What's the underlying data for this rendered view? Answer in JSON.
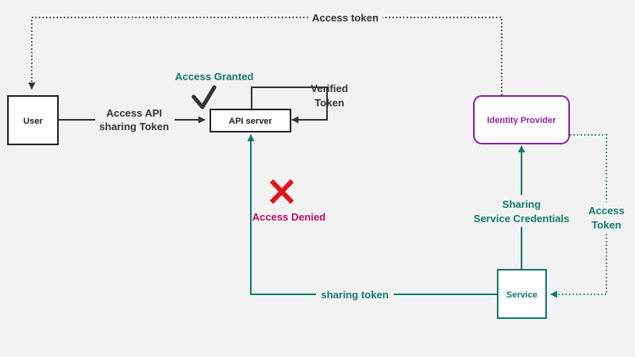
{
  "nodes": {
    "user": "User",
    "api_server": "API server",
    "identity_provider": "Identity Provider",
    "service": "Service"
  },
  "edges": {
    "access_token_top": "Access token",
    "access_api_line1": "Access API",
    "access_api_line2": "sharing Token",
    "verified_line1": "Verified",
    "verified_line2": "Token",
    "sharing_creds_line1": "Sharing",
    "sharing_creds_line2": "Service Credentials",
    "access_token_right_line1": "Access",
    "access_token_right_line2": "Token",
    "sharing_token": "sharing token"
  },
  "annotations": {
    "access_granted": "Access Granted",
    "access_denied": "Access Denied"
  },
  "icons": {
    "granted": "checkmark-icon",
    "denied": "cross-icon"
  },
  "colors": {
    "background": "#f2f2f2",
    "dark": "#333333",
    "green": "#117a65",
    "magenta": "#b0105f",
    "purple": "#8e1fa0",
    "red": "#e0161c"
  }
}
